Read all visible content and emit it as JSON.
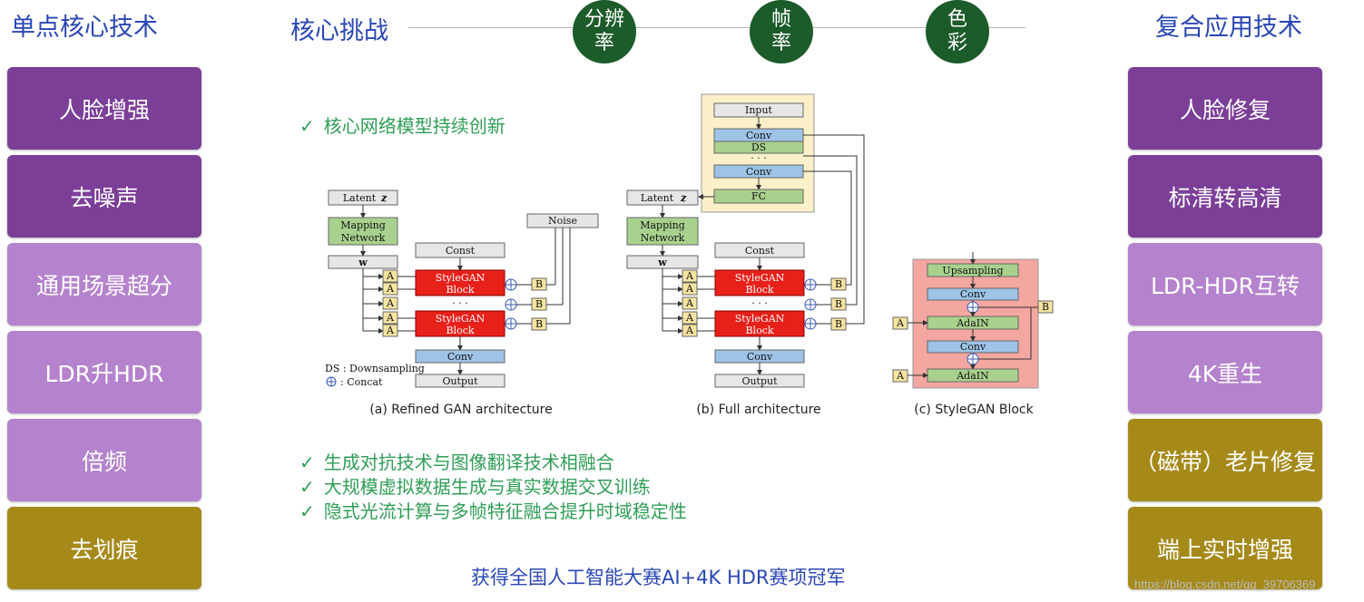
{
  "left": {
    "heading": "单点核心技术",
    "items": [
      "人脸增强",
      "去噪声",
      "通用场景超分",
      "LDR升HDR",
      "倍频",
      "去划痕"
    ]
  },
  "right": {
    "heading": "复合应用技术",
    "items": [
      "人脸修复",
      "标清转高清",
      "LDR-HDR互转",
      "4K重生",
      "（磁带）老片修复",
      "端上实时增强"
    ]
  },
  "center": {
    "heading": "核心挑战",
    "challenges": [
      {
        "line1": "分辨",
        "line2": "率"
      },
      {
        "line1": "帧",
        "line2": "率"
      },
      {
        "line1": "色",
        "line2": "彩"
      }
    ],
    "top_bullet": "核心网络模型持续创新",
    "bullets": [
      "生成对抗技术与图像翻译技术相融合",
      "大规模虚拟数据生成与真实数据交叉训练",
      "隐式光流计算与多帧特征融合提升时域稳定性"
    ],
    "check": "✓",
    "footer": "获得全国人工智能大赛AI+4K HDR赛项冠军"
  },
  "figure": {
    "captions": [
      "(a) Refined GAN architecture",
      "(b) Full architecture",
      "(c) StyleGAN Block"
    ],
    "labels": {
      "latent": "Latent",
      "z": "z",
      "mapping1": "Mapping",
      "mapping2": "Network",
      "w": "w",
      "const": "Const",
      "noise": "Noise",
      "stylegan1": "StyleGAN",
      "stylegan2": "Block",
      "conv": "Conv",
      "output": "Output",
      "a": "A",
      "b": "B",
      "dots": "· · ·",
      "ds_legend": "DS : Downsampling",
      "concat_legend": ": Concat",
      "input": "Input",
      "ds": "DS",
      "fc": "FC",
      "upsampling": "Upsampling",
      "adain": "AdaIN"
    }
  },
  "watermark": "https://blog.csdn.net/qq_39706369",
  "colors": {
    "dark_purple": "#7c3f98",
    "light_purple": "#b583cd",
    "gold": "#a58a1a",
    "green_circle": "#1c5b2a",
    "heading_blue": "#2a47b6",
    "bullet_green": "#2f9e57"
  }
}
